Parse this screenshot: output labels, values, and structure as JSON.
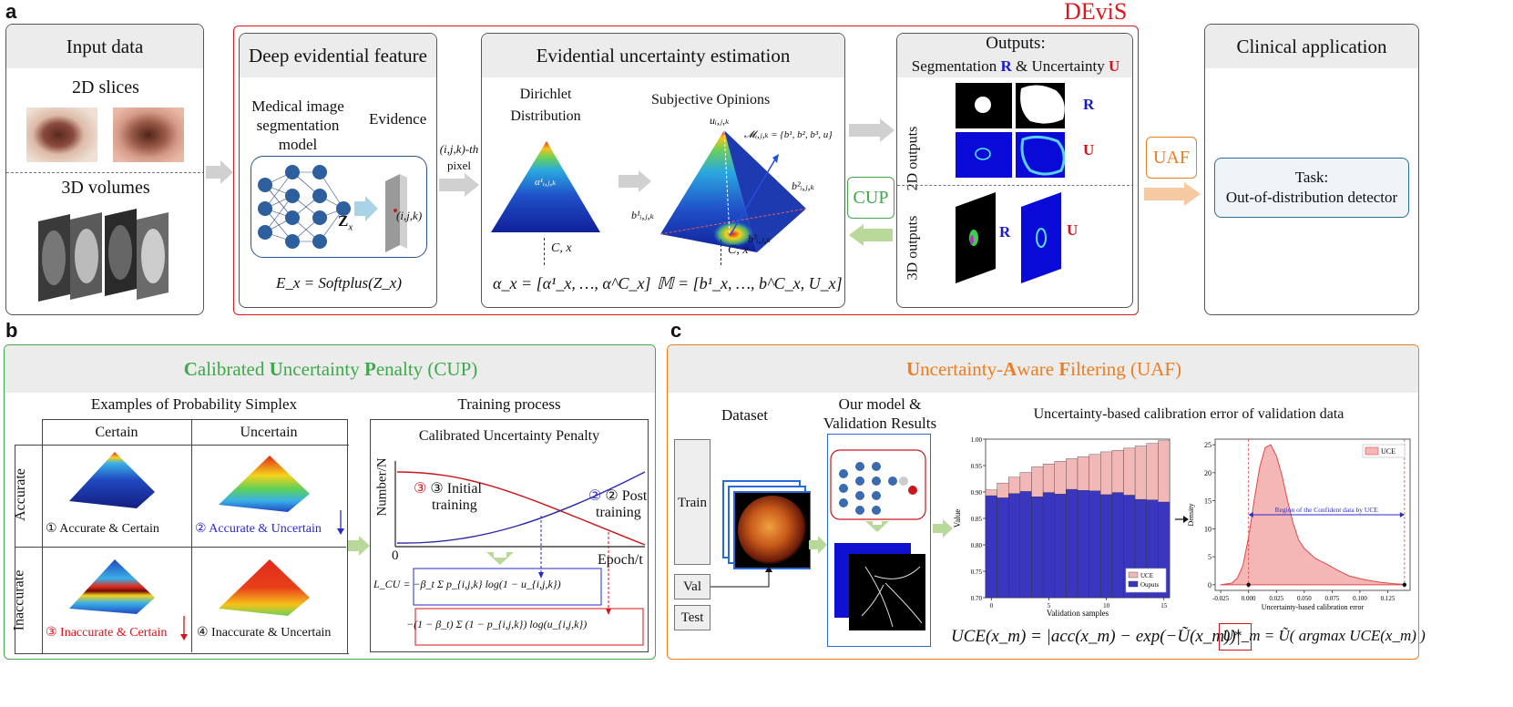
{
  "panel_letters": {
    "a": "a",
    "b": "b",
    "c": "c"
  },
  "devis_label": "DEviS",
  "input": {
    "title": "Input data",
    "slices": "2D slices",
    "volumes": "3D volumes"
  },
  "deep": {
    "title": "Deep evidential feature",
    "model": [
      "Medical image",
      "segmentation",
      "model"
    ],
    "evidence": "Evidence",
    "zx": "Z",
    "zsub": "x",
    "pixel_coord": "(i,j,k)",
    "formula": "E_x = Softplus(Z_x)"
  },
  "pixel_arrow": {
    "line1": "(i,j,k)-th",
    "line2": "pixel"
  },
  "eue": {
    "title": "Evidential uncertainty estimation",
    "dirichlet": [
      "Dirichlet",
      "Distribution"
    ],
    "subjective": "Subjective Opinions",
    "alpha_label": "α¹ᵢ,ⱼ,ₖ",
    "cx1": "C, x",
    "cx2": "C, x",
    "alpha_formula": "α_x = [α¹_x, …, α^C_x]",
    "m_formula": "𝕄 = [b¹_x, …, b^C_x, U_x]",
    "u_label": "uᵢ,ⱼ,ₖ",
    "b1": "b¹ᵢ,ⱼ,ₖ",
    "b2": "b²ᵢ,ⱼ,ₖ",
    "b3": "b³ᵢ,ⱼ,ₖ",
    "m_set": "𝓜ᵢ,ⱼ,ₖ = {b¹, b², b³, u}"
  },
  "outputs": {
    "title": "Outputs:",
    "subtitle_seg": "Segmentation",
    "R": "R",
    "amp": "&",
    "subtitle_unc": "Uncertainty",
    "U": "U",
    "label2d": "2D outputs",
    "label3d": "3D outputs"
  },
  "cup_badge": "CUP",
  "uaf_badge": "UAF",
  "clinical": {
    "title": "Clinical application",
    "task_l1": "Task:",
    "task_l2": "Out-of-distribution detector"
  },
  "cup": {
    "title_parts": [
      "C",
      "alibrated ",
      "U",
      "ncertainty ",
      "P",
      "enalty (CUP)"
    ],
    "examples": "Examples of Probability Simplex",
    "col_certain": "Certain",
    "col_uncertain": "Uncertain",
    "row_accurate": "Accurate",
    "row_inaccurate": "Inaccurate",
    "cell1": "① Accurate & Certain",
    "cell2": "② Accurate & Uncertain",
    "cell3": "③ Inaccurate & Certain",
    "cell4": "④ Inaccurate & Uncertain",
    "training": "Training process",
    "chart_title": "Calibrated Uncertainty Penalty",
    "ylabel": "Number/N",
    "xlabel": "Epoch/t",
    "origin": "0",
    "initial": "③ Initial",
    "initial2": "training",
    "post": "② Post",
    "post2": "training",
    "lcu1": "L_CU = −β_t Σ p_{i,j,k} log(1 − u_{i,j,k})",
    "lcu2": "−(1 − β_t) Σ (1 − p_{i,j,k}) log(u_{i,j,k})"
  },
  "uaf": {
    "title_parts": [
      "U",
      "ncertainty-",
      "A",
      "ware ",
      "F",
      "iltering (UAF)"
    ],
    "dataset": "Dataset",
    "train": "Train",
    "val": "Val",
    "test": "Test",
    "model_l1": "Our model &",
    "model_l2": "Validation Results",
    "calib_title": "Uncertainty-based calibration error of validation data",
    "bar_ylabel": "Value",
    "bar_xlabel": "Validation samples",
    "legend_uce": "UCE",
    "legend_out": "Ouputs",
    "density_ylabel": "Density",
    "density_xlabel": "Uncertainty-based calibration error",
    "density_legend": "UCE",
    "region": "Region of the Confident data by UCE",
    "uce_formula": "UCE(x_m) = |acc(x_m) − exp(−Ũ(x_m))|",
    "u_formula": "U*_m = Ũ( argmax UCE(x_m) )"
  },
  "colors": {
    "devis_red": "#e0161a",
    "cup_green": "#3ea84a",
    "uaf_orange": "#ee7d20",
    "blue": "#1a1acb",
    "red": "#d8121a"
  },
  "chart_data": [
    {
      "type": "bar",
      "title": "",
      "xlabel": "Validation samples",
      "ylabel": "Value",
      "ylim": [
        0.7,
        1.0
      ],
      "x": [
        0,
        1,
        2,
        3,
        4,
        5,
        6,
        7,
        8,
        9,
        10,
        11,
        12,
        13,
        14,
        15
      ],
      "series": [
        {
          "name": "Ouputs",
          "values": [
            0.893,
            0.889,
            0.897,
            0.901,
            0.891,
            0.899,
            0.896,
            0.905,
            0.903,
            0.902,
            0.895,
            0.899,
            0.894,
            0.886,
            0.885,
            0.881
          ]
        },
        {
          "name": "UCE",
          "values": [
            0.904,
            0.917,
            0.928,
            0.937,
            0.948,
            0.953,
            0.958,
            0.963,
            0.967,
            0.971,
            0.976,
            0.979,
            0.983,
            0.987,
            0.992,
            0.997
          ]
        }
      ],
      "xticks": [
        0,
        5,
        10,
        15
      ],
      "yticks": [
        0.7,
        0.75,
        0.8,
        0.85,
        0.9,
        0.95,
        1.0
      ]
    },
    {
      "type": "area",
      "title": "",
      "xlabel": "Uncertainty-based calibration error",
      "ylabel": "Density",
      "series": [
        {
          "name": "UCE",
          "x": [
            -0.025,
            -0.015,
            -0.01,
            -0.005,
            0.0,
            0.005,
            0.01,
            0.015,
            0.02,
            0.025,
            0.03,
            0.035,
            0.04,
            0.045,
            0.05,
            0.06,
            0.07,
            0.08,
            0.09,
            0.1,
            0.11,
            0.12,
            0.13,
            0.14
          ],
          "y": [
            0,
            0.3,
            1.2,
            3.5,
            8.5,
            15,
            21,
            24.5,
            25,
            23,
            19.5,
            15,
            11,
            8,
            6.5,
            4.7,
            3.7,
            2.6,
            1.6,
            1.1,
            0.7,
            0.4,
            0.2,
            0.05
          ]
        }
      ],
      "xlim": [
        -0.03,
        0.145
      ],
      "ylim": [
        -1,
        26
      ],
      "xticks": [
        -0.025,
        0.0,
        0.025,
        0.05,
        0.075,
        0.1,
        0.125
      ],
      "yticks": [
        0,
        5,
        10,
        15,
        20,
        25
      ]
    }
  ]
}
